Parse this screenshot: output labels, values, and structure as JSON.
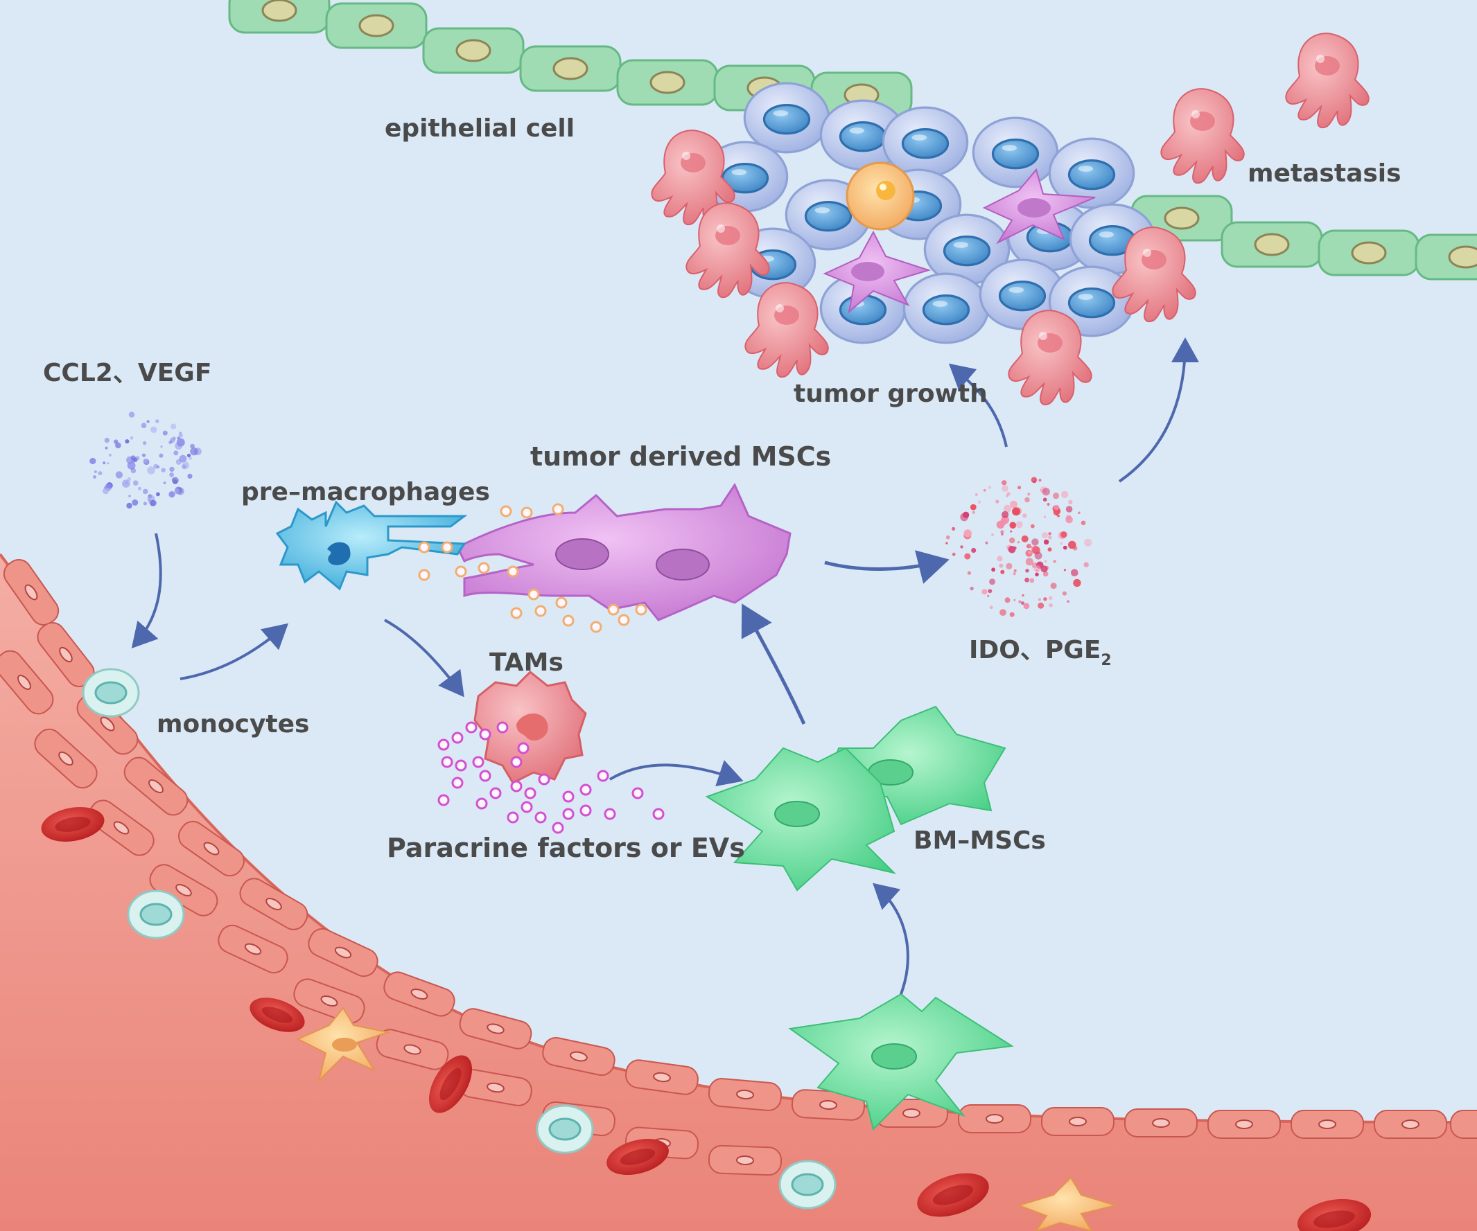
{
  "labels": {
    "epithelial_cell": "epithelial cell",
    "metastasis": "metastasis",
    "ccl2_vegf": "CCL2、VEGF",
    "tumor_growth": "tumor growth",
    "tumor_derived_mscs": "tumor derived MSCs",
    "pre_macrophages": "pre–macrophages",
    "ido_pge": "IDO、PGE",
    "ido_pge_subscript": "2",
    "tams": "TAMs",
    "monocytes": "monocytes",
    "paracrine": "Paracrine factors or EVs",
    "bm_mscs": "BM–MSCs"
  },
  "colors": {
    "background": "#dbe9f6",
    "arrow": "#4e68ad",
    "epithelium": "#8fd3a8",
    "vessel": "#e67d73",
    "tumor_cell": "#b7c6ec",
    "metastatic_cell": "#ec8c94",
    "msc_tumor": "#d88ee0",
    "msc_bone_marrow": "#6ddf9d",
    "pre_macrophage": "#5fc3e6",
    "tam": "#ef8a86",
    "red_blood_cell": "#cd2a2a",
    "monocyte": "#bfe6e3",
    "ccl2_vegf_particles": "#7b7de0",
    "ido_pge_particles": "#f06a7a"
  }
}
